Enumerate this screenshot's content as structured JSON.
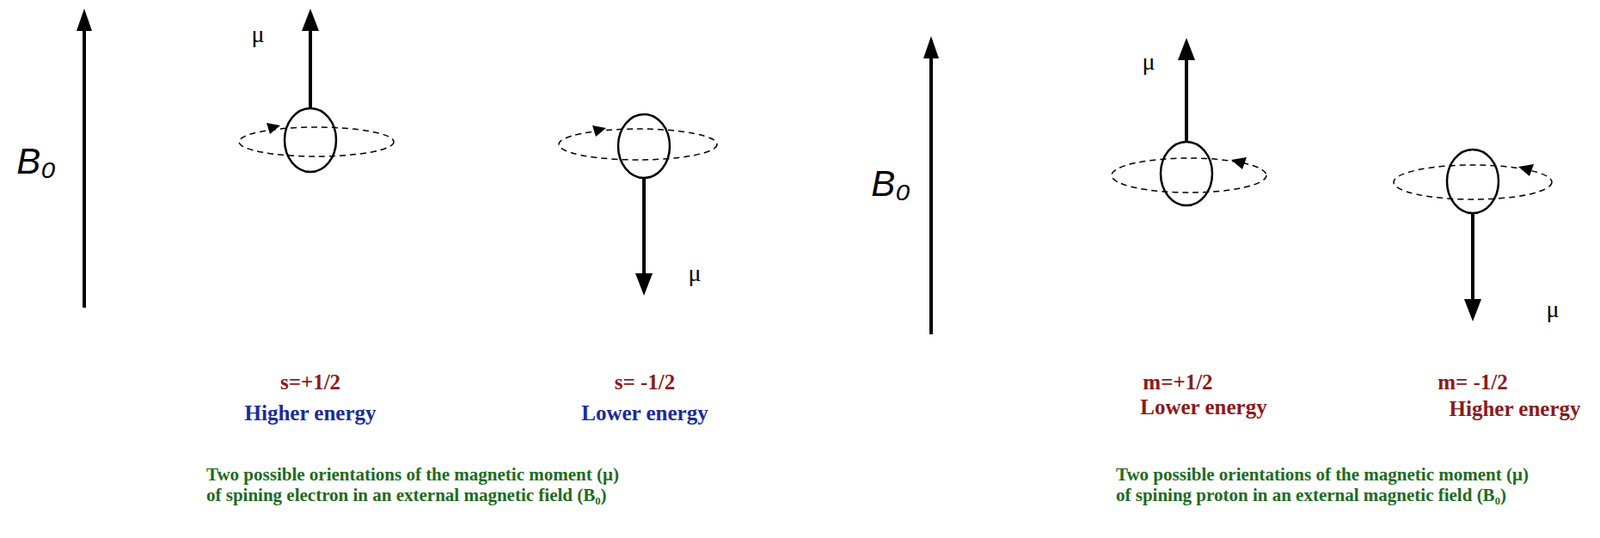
{
  "diagram": {
    "labels": [
      "B₀",
      "μ",
      "μ",
      "s=+1/2",
      "Higher energy",
      "s= -1/2",
      "Lower energy",
      "Two possible orientations of the magnetic moment (μ) of spining electron in an external magnetic field (B₀)",
      "B₀",
      "μ",
      "μ",
      "m=+1/2",
      "Lower energy",
      "m= -1/2",
      "Higher energy",
      "Two possible orientations of the magnetic moment (μ) of spining proton in an external magnetic field (B₀)"
    ]
  }
}
